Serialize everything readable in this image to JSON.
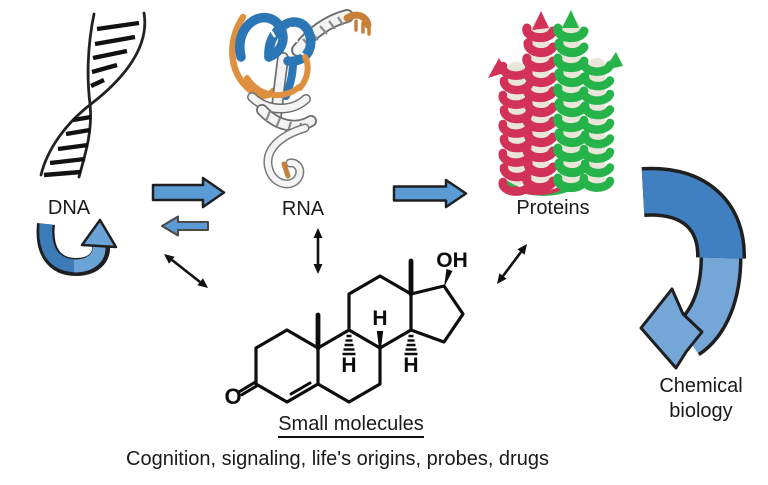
{
  "labels": {
    "dna": "DNA",
    "rna": "RNA",
    "proteins": "Proteins",
    "small_molecules": "Small molecules"
  },
  "cycle": {
    "line1": "Chemical",
    "line2": "biology"
  },
  "caption": "Cognition, signaling, life's origins, probes, drugs",
  "molecule_atoms": {
    "ketone_oxygen": "O",
    "hydroxyl": "OH",
    "h_c8": "H",
    "h_c9": "H",
    "h_c14": "H"
  },
  "illustrations": {
    "dna": "dna-double-helix-sketch",
    "rna": "trna-ribbon-structure",
    "proteins": "protein-alpha-helix-dimer",
    "small_molecule": "steroid-skeletal-structure"
  },
  "colors": {
    "arrow_blue": "#5b9bd5",
    "arrow_outline": "#1f1f1f",
    "replication_dark_blue": "#3d7ab8",
    "replication_light_blue": "#6ba3d6",
    "cycle_dark_blue": "#4080c0",
    "cycle_light_blue": "#74a6d8",
    "rna_blue": "#2b76b4",
    "rna_orange": "#dd9040",
    "protein_red": "#d23158",
    "protein_green": "#26b44a",
    "ink": "#1a1a1a"
  }
}
